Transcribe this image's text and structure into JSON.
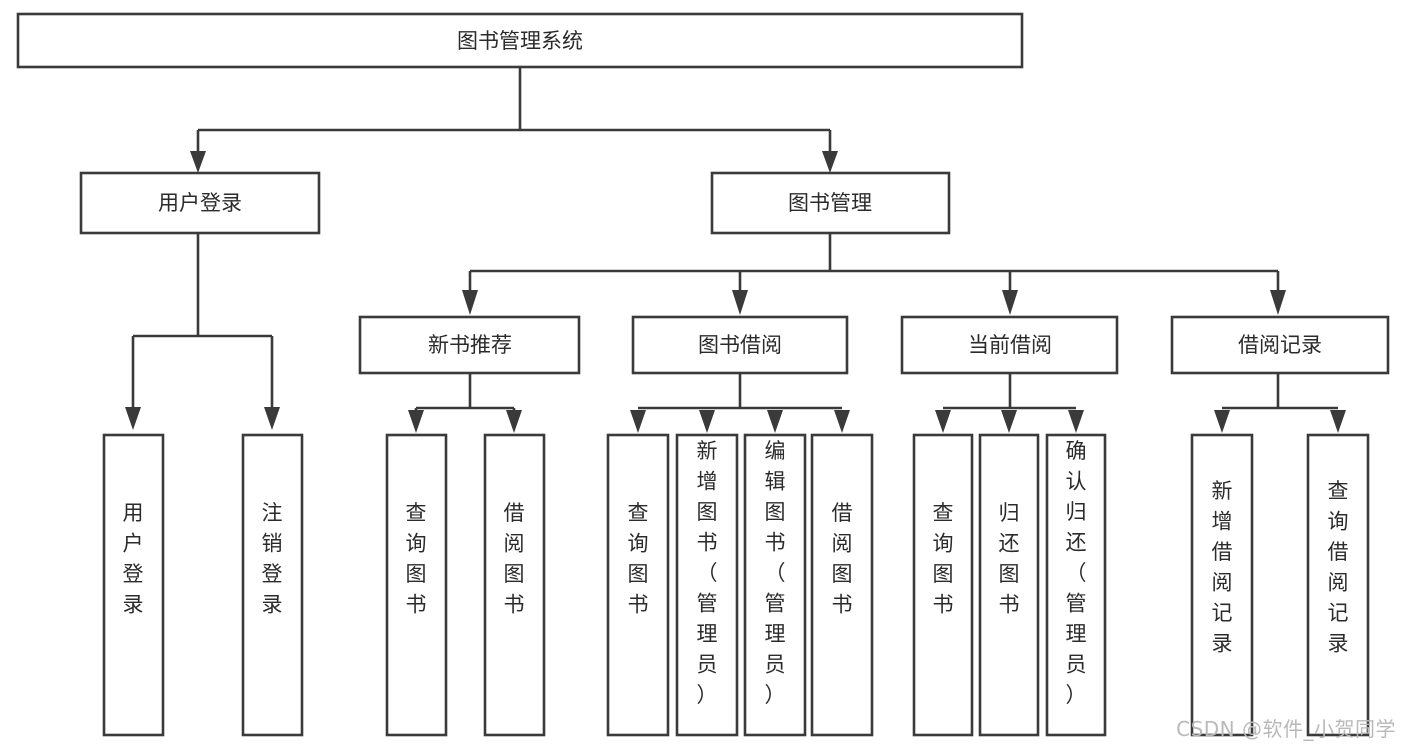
{
  "diagram": {
    "type": "tree-hierarchy",
    "title": "图书管理系统",
    "watermark": "CSDN @软件_小贺同学",
    "colors": {
      "stroke": "#3a3a3a",
      "fill": "#ffffff",
      "text": "#2b2b2b",
      "watermark": "#b9b9b9",
      "background": "#ffffff"
    },
    "nodes": {
      "root": {
        "label": "图书管理系统",
        "orientation": "horizontal"
      },
      "level1": [
        {
          "id": "user-login",
          "label": "用户登录",
          "orientation": "horizontal"
        },
        {
          "id": "book-manage",
          "label": "图书管理",
          "orientation": "horizontal"
        }
      ],
      "level2": [
        {
          "id": "new-book-recommend",
          "label": "新书推荐",
          "orientation": "horizontal"
        },
        {
          "id": "book-borrow",
          "label": "图书借阅",
          "orientation": "horizontal"
        },
        {
          "id": "current-borrow",
          "label": "当前借阅",
          "orientation": "horizontal"
        },
        {
          "id": "borrow-record",
          "label": "借阅记录",
          "orientation": "horizontal"
        }
      ],
      "leaves": {
        "user-login": [
          {
            "id": "leaf-user-login",
            "label": "用户登录",
            "orientation": "vertical"
          },
          {
            "id": "leaf-logout-login",
            "label": "注销登录",
            "orientation": "vertical"
          }
        ],
        "new-book-recommend": [
          {
            "id": "leaf-query-book-1",
            "label": "查询图书",
            "orientation": "vertical"
          },
          {
            "id": "leaf-borrow-book-1",
            "label": "借阅图书",
            "orientation": "vertical"
          }
        ],
        "book-borrow": [
          {
            "id": "leaf-query-book-2",
            "label": "查询图书",
            "orientation": "vertical"
          },
          {
            "id": "leaf-add-book",
            "label": "新增图书（管理员）",
            "orientation": "vertical"
          },
          {
            "id": "leaf-edit-book",
            "label": "编辑图书（管理员）",
            "orientation": "vertical"
          },
          {
            "id": "leaf-borrow-book-2",
            "label": "借阅图书",
            "orientation": "vertical"
          }
        ],
        "current-borrow": [
          {
            "id": "leaf-query-book-3",
            "label": "查询图书",
            "orientation": "vertical"
          },
          {
            "id": "leaf-return-book",
            "label": "归还图书",
            "orientation": "vertical"
          },
          {
            "id": "leaf-confirm-return",
            "label": "确认归还（管理员）",
            "orientation": "vertical"
          }
        ],
        "borrow-record": [
          {
            "id": "leaf-add-record",
            "label": "新增借阅记录",
            "orientation": "vertical"
          },
          {
            "id": "leaf-query-record",
            "label": "查询借阅记录",
            "orientation": "vertical"
          }
        ]
      }
    },
    "edges": [
      {
        "from": "图书管理系统",
        "to": "用户登录"
      },
      {
        "from": "图书管理系统",
        "to": "图书管理"
      },
      {
        "from": "用户登录",
        "to": "用户登录"
      },
      {
        "from": "用户登录",
        "to": "注销登录"
      },
      {
        "from": "图书管理",
        "to": "新书推荐"
      },
      {
        "from": "图书管理",
        "to": "图书借阅"
      },
      {
        "from": "图书管理",
        "to": "当前借阅"
      },
      {
        "from": "图书管理",
        "to": "借阅记录"
      },
      {
        "from": "新书推荐",
        "to": "查询图书"
      },
      {
        "from": "新书推荐",
        "to": "借阅图书"
      },
      {
        "from": "图书借阅",
        "to": "查询图书"
      },
      {
        "from": "图书借阅",
        "to": "新增图书（管理员）"
      },
      {
        "from": "图书借阅",
        "to": "编辑图书（管理员）"
      },
      {
        "from": "图书借阅",
        "to": "借阅图书"
      },
      {
        "from": "当前借阅",
        "to": "查询图书"
      },
      {
        "from": "当前借阅",
        "to": "归还图书"
      },
      {
        "from": "当前借阅",
        "to": "确认归还（管理员）"
      },
      {
        "from": "借阅记录",
        "to": "新增借阅记录"
      },
      {
        "from": "借阅记录",
        "to": "查询借阅记录"
      }
    ]
  }
}
